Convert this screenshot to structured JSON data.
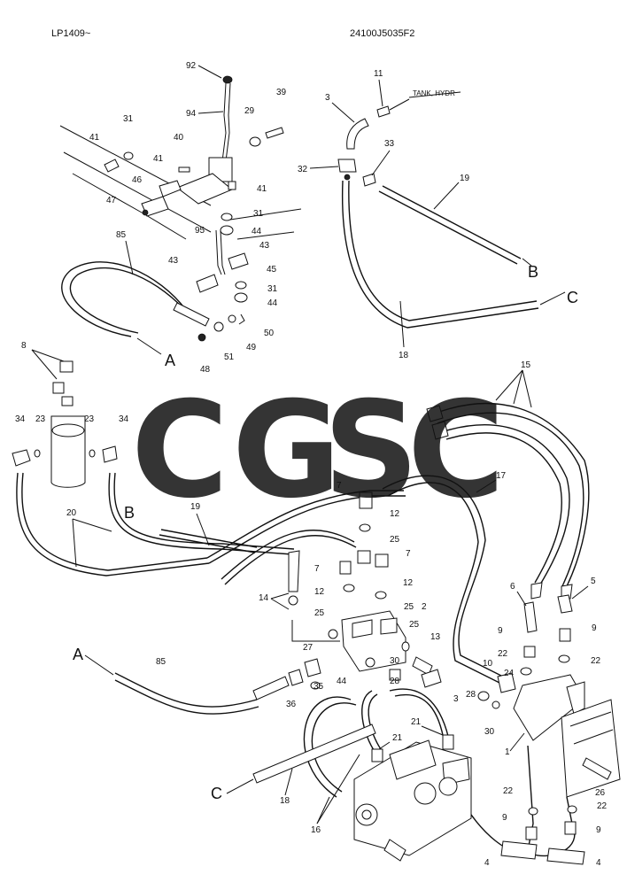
{
  "header": {
    "left": "LP1409~",
    "right": "24100J5035F2"
  },
  "watermark": {
    "letters": [
      {
        "char": "C",
        "color": "#6fa3f5"
      },
      {
        "char": "G",
        "color": "#f28b80"
      },
      {
        "char": "S",
        "color": "#fbd664"
      },
      {
        "char": "C",
        "color": "#66bb88"
      }
    ]
  },
  "connectors": {
    "A": "A",
    "B": "B",
    "C": "C"
  },
  "tank_label": "TANK, HYDR",
  "labels": {
    "p92": "92",
    "p94": "94",
    "p31a": "31",
    "p29": "29",
    "p39": "39",
    "p41a": "41",
    "p40": "40",
    "p41b": "41",
    "p46": "46",
    "p47": "47",
    "p41c": "41",
    "p31b": "31",
    "p95": "95",
    "p44a": "44",
    "p43a": "43",
    "p43b": "43",
    "p45": "45",
    "p31c": "31",
    "p44b": "44",
    "p85a": "85",
    "p50": "50",
    "p49": "49",
    "p51": "51",
    "p48": "48",
    "p11": "11",
    "p3a": "3",
    "p33": "33",
    "p32": "32",
    "p19a": "19",
    "p18a": "18",
    "p8": "8",
    "p34a": "34",
    "p23a": "23",
    "p23b": "23",
    "p34b": "34",
    "p20": "20",
    "p19b": "19",
    "p15": "15",
    "p17": "17",
    "p7a": "7",
    "p12a": "12",
    "p25a": "25",
    "p7b": "7",
    "p7c": "7",
    "p12b": "12",
    "p12c": "12",
    "p14": "14",
    "p25b": "25",
    "p25c": "25",
    "p2": "2",
    "p25d": "25",
    "p27": "27",
    "p13": "13",
    "p30a": "30",
    "p44c": "44",
    "p28a": "28",
    "p85b": "85",
    "p36": "36",
    "p35": "35",
    "p3b": "3",
    "p28b": "28",
    "p6": "6",
    "p5": "5",
    "p9a": "9",
    "p9b": "9",
    "p22a": "22",
    "p22b": "22",
    "p10": "10",
    "p24": "24",
    "p30b": "30",
    "p1": "1",
    "p21a": "21",
    "p21b": "21",
    "p18b": "18",
    "p16": "16",
    "p26": "26",
    "p22c": "22",
    "p22d": "22",
    "p9c": "9",
    "p9d": "9",
    "p4a": "4",
    "p4b": "4"
  }
}
